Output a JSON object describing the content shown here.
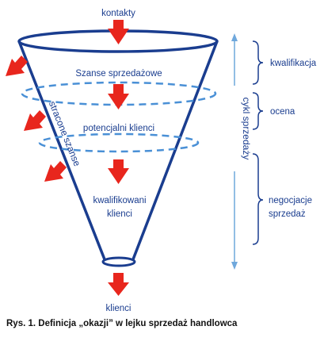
{
  "labels": {
    "top": "kontakty",
    "stage1": "Szanse sprzedażowe",
    "stage2": "potencjalni klienci",
    "stage3_line1": "kwalifikowani",
    "stage3_line2": "klienci",
    "bottom": "klienci",
    "lost": "stracone szanse",
    "cycle": "cykl sprzedaży",
    "side1": "kwalifikacja",
    "side2": "ocena",
    "side3_line1": "negocjacje",
    "side3_line2": "sprzedaż"
  },
  "caption": "Rys. 1. Definicja „okazji” w lejku sprzedaż handlowca",
  "colors": {
    "funnel": "#1a3d8f",
    "arrow": "#e8261d",
    "dashed": "#4a90d6",
    "brace": "#1a3d8f",
    "cycle_line": "#6fa8dc"
  }
}
